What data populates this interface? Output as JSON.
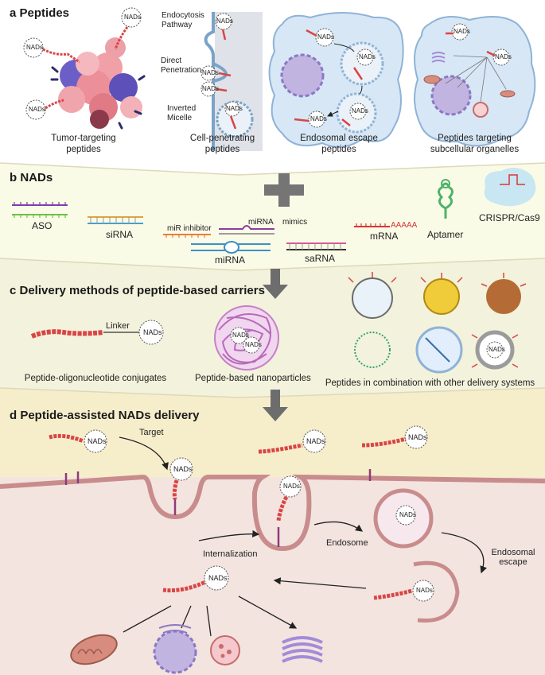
{
  "sections": {
    "a": {
      "title": "a Peptides",
      "captions": [
        "Tumor-targeting peptides",
        "Cell-penetrating peptides",
        "Endosomal escape peptides",
        "Peptides targeting subcellular organelles"
      ],
      "pathways": [
        "Endocytosis Pathway",
        "Direct Penetration",
        "Inverted Micelle"
      ]
    },
    "b": {
      "title": "b NADs",
      "items": [
        "ASO",
        "siRNA",
        "miR inhibitor",
        "miRNA",
        "mimics",
        "miRNA",
        "saRNA",
        "mRNA",
        "AAAAA",
        "Aptamer",
        "CRISPR/Cas9"
      ]
    },
    "c": {
      "title": "c Delivery methods of peptide-based carriers",
      "linker": "Linker",
      "captions": [
        "Peptide-oligonucleotide conjugates",
        "Peptide-based nanoparticles",
        "Peptides in combination with other delivery systems"
      ]
    },
    "d": {
      "title": "d Peptide-assisted NADs delivery",
      "steps": [
        "Target",
        "Internalization",
        "Endosome",
        "Endosomal escape"
      ]
    }
  },
  "cargo_label": "NADs",
  "colors": {
    "peptide": "#d94545",
    "band_a": "#ffffff",
    "band_b": "#fafbe6",
    "band_c": "#f3f2dc",
    "band_d_top": "#f6eecb",
    "band_d_bottom": "#f3e4e0",
    "membrane": "#c98c8c",
    "cell_blue": "#d7e7f6",
    "arrow_gray": "#6d6d6d"
  }
}
